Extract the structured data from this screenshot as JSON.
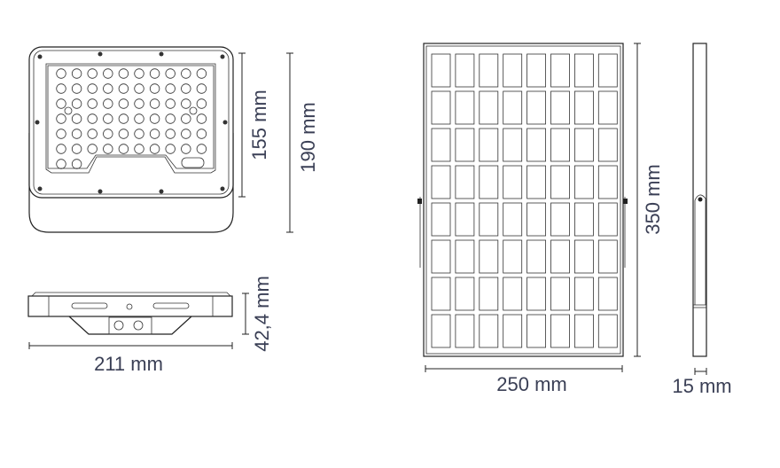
{
  "dimensions": {
    "lamp_height": "155 mm",
    "lamp_total_height": "190 mm",
    "lamp_depth": "42,4 mm",
    "lamp_width": "211 mm",
    "panel_height": "350 mm",
    "panel_width": "250 mm",
    "panel_depth": "15 mm"
  },
  "lamp_led_grid": {
    "columns": 10,
    "rows": 7
  },
  "panel_cell_grid": {
    "columns": 8,
    "rows": 8
  },
  "colors": {
    "line": "#222222",
    "label": "#3a3f55"
  }
}
